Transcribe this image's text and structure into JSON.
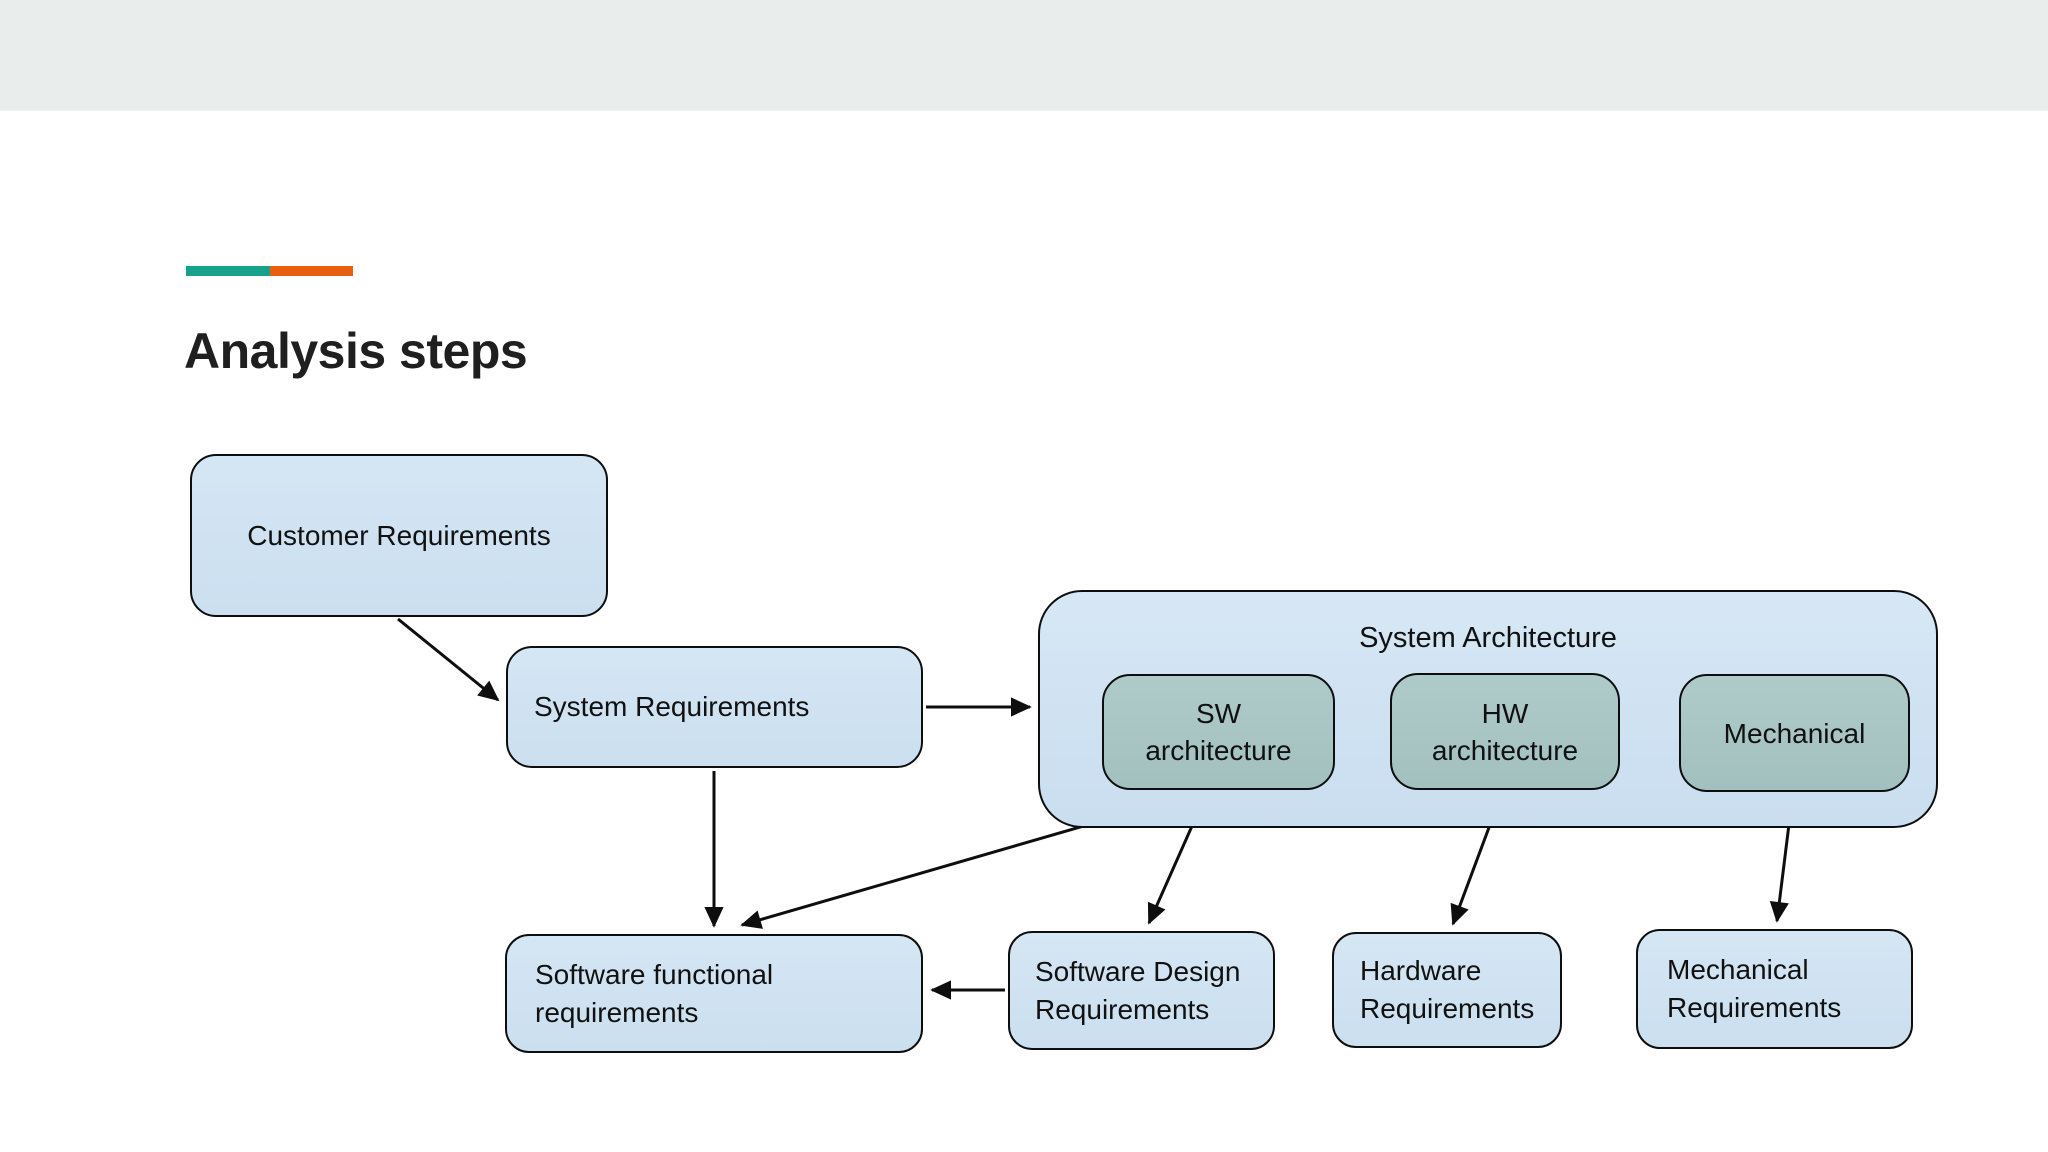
{
  "slide": {
    "title": "Analysis steps"
  },
  "diagram": {
    "group": {
      "label": "System Architecture"
    },
    "nodes": {
      "customer": {
        "label": "Customer Requirements"
      },
      "system": {
        "label": "System Requirements"
      },
      "sw_architecture": {
        "label": "SW\narchitecture"
      },
      "hw_architecture": {
        "label": "HW\narchitecture"
      },
      "mechanical": {
        "label": "Mechanical"
      },
      "sw_functional": {
        "label": "Software functional\nrequirements"
      },
      "sw_design": {
        "label": "Software Design\nRequirements"
      },
      "hw_requirements": {
        "label": "Hardware\nRequirements"
      },
      "mech_requirements": {
        "label": "Mechanical\nRequirements"
      }
    },
    "edges": [
      {
        "from": "customer",
        "to": "system"
      },
      {
        "from": "system",
        "to": "system_architecture_group"
      },
      {
        "from": "system",
        "to": "sw_functional"
      },
      {
        "from": "sw_architecture",
        "to": "sw_functional"
      },
      {
        "from": "sw_architecture",
        "to": "sw_design"
      },
      {
        "from": "hw_architecture",
        "to": "hw_requirements"
      },
      {
        "from": "mechanical",
        "to": "mech_requirements"
      },
      {
        "from": "sw_design",
        "to": "sw_functional"
      }
    ],
    "colors": {
      "node_fill": "#cfe2f2",
      "inner_node_fill": "#a7c4c2",
      "stroke": "#0e0e0e",
      "header_band": "#e9edeb",
      "accent_teal": "#17a08a",
      "accent_orange": "#e8600f"
    }
  }
}
